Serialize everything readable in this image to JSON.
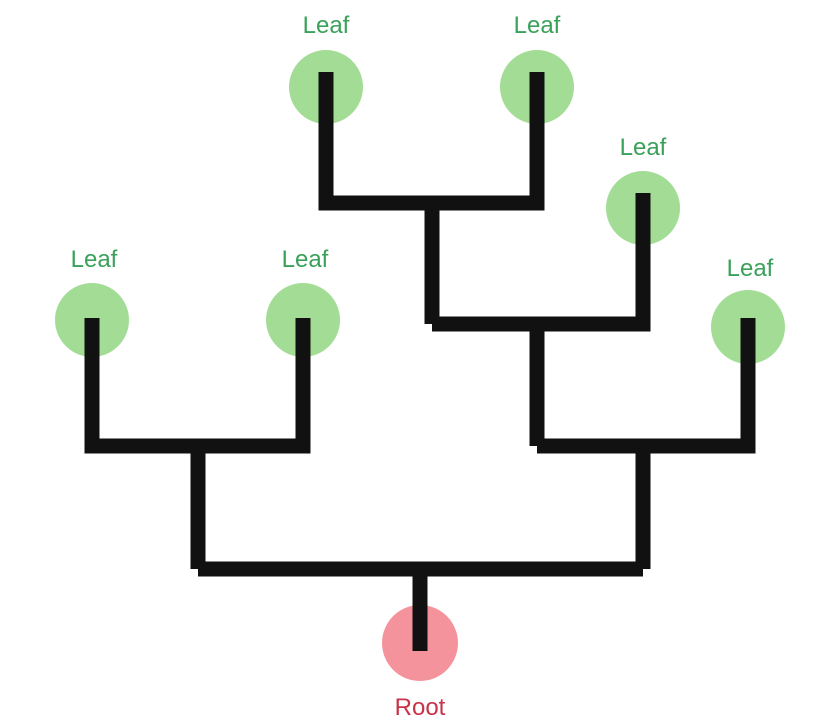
{
  "colors": {
    "leaf": "#a3dc95",
    "leaf_text": "#3aa15a",
    "root": "#f5939c",
    "root_text": "#c8334a",
    "branch": "#111111"
  },
  "nodes": {
    "root": {
      "label": "Root"
    },
    "leaves": [
      {
        "label": "Leaf"
      },
      {
        "label": "Leaf"
      },
      {
        "label": "Leaf"
      },
      {
        "label": "Leaf"
      },
      {
        "label": "Leaf"
      },
      {
        "label": "Leaf"
      }
    ]
  }
}
